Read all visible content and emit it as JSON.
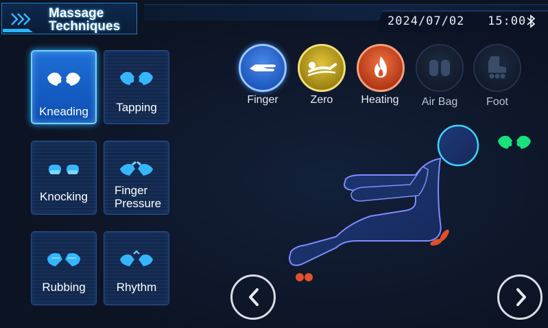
{
  "header": {
    "title_line1": "Massage",
    "title_line2": "Techniques",
    "date": "2024/07/02",
    "time": "15:00"
  },
  "techniques": [
    {
      "label": "Kneading",
      "active": true
    },
    {
      "label": "Tapping",
      "active": false
    },
    {
      "label": "Knocking",
      "active": false
    },
    {
      "label_line1": "Finger",
      "label_line2": "Pressure",
      "active": false
    },
    {
      "label": "Rubbing",
      "active": false
    },
    {
      "label": "Rhythm",
      "active": false
    }
  ],
  "modes": [
    {
      "label": "Finger",
      "icon": "hand-icon",
      "color": "#2d6fd0",
      "enabled": true
    },
    {
      "label": "Zero",
      "icon": "zero-gravity-icon",
      "color": "#b59a1e",
      "enabled": true
    },
    {
      "label": "Heating",
      "icon": "flame-icon",
      "color": "#d2542b",
      "enabled": true
    },
    {
      "label": "Air Bag",
      "icon": "airbag-icon",
      "color": "#1a2436",
      "enabled": false
    },
    {
      "label": "Foot",
      "icon": "foot-roller-icon",
      "color": "#1a2436",
      "enabled": false
    }
  ],
  "colors": {
    "accent": "#29b6f6",
    "active_card": "#1e6fd6",
    "status_green": "#18e07a",
    "heat": "#e0502a"
  }
}
